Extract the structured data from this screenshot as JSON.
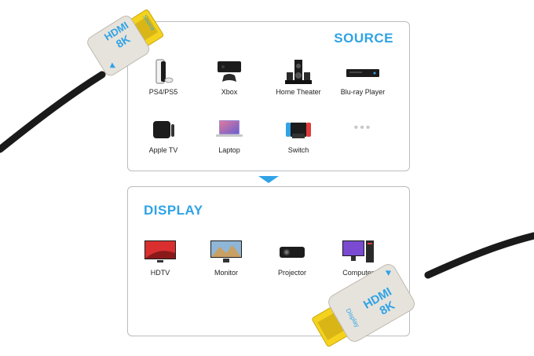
{
  "source": {
    "title": "SOURCE",
    "devices": [
      {
        "label": "PS4/PS5",
        "icon": "game-console-icon"
      },
      {
        "label": "Xbox",
        "icon": "xbox-console-icon"
      },
      {
        "label": "Home Theater",
        "icon": "home-theater-icon"
      },
      {
        "label": "Blu-ray Player",
        "icon": "bluray-player-icon"
      },
      {
        "label": "Apple TV",
        "icon": "apple-tv-icon"
      },
      {
        "label": "Laptop",
        "icon": "laptop-icon"
      },
      {
        "label": "Switch",
        "icon": "nintendo-switch-icon"
      }
    ],
    "more": "•••"
  },
  "display": {
    "title": "DISPLAY",
    "devices": [
      {
        "label": "HDTV",
        "icon": "hdtv-icon"
      },
      {
        "label": "Monitor",
        "icon": "monitor-icon"
      },
      {
        "label": "Projector",
        "icon": "projector-icon"
      },
      {
        "label": "Computer",
        "icon": "computer-icon"
      }
    ]
  },
  "connector_top": {
    "brand": "HDMI",
    "resolution": "8K",
    "end_label": "Source"
  },
  "connector_bottom": {
    "brand": "HDMI",
    "resolution": "8K",
    "end_label": "Display"
  },
  "colors": {
    "accent": "#2fa3e6",
    "panel_border": "#b9bcc0",
    "cable": "#1a1a1a",
    "connector_shell": "#e6e3dc",
    "connector_tip": "#f4d21e"
  }
}
